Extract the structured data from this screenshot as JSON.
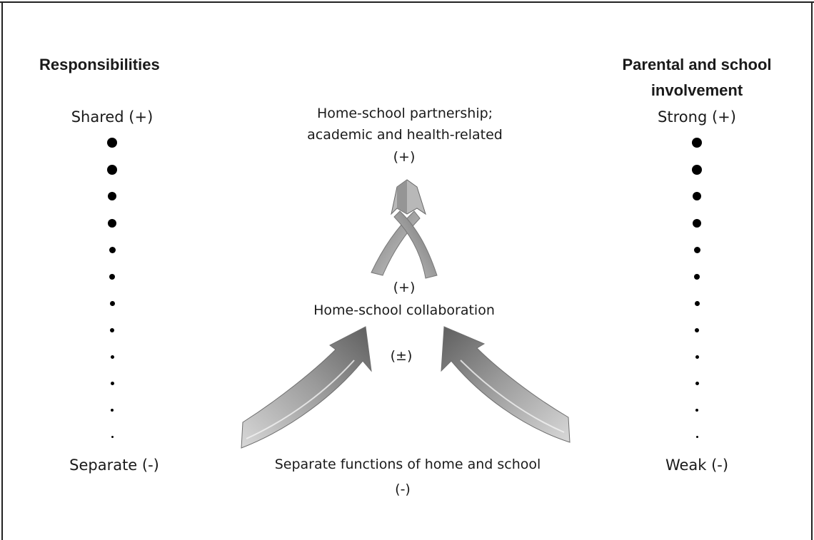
{
  "left": {
    "heading": "Responsibilities",
    "top_label": "Shared (+)",
    "bottom_label": "Separate (-)"
  },
  "right": {
    "heading_line1": "Parental and school",
    "heading_line2": "involvement",
    "top_label": "Strong (+)",
    "bottom_label": "Weak (-)"
  },
  "center": {
    "top_line1": "Home-school partnership;",
    "top_line2": "academic and health-related",
    "top_sign": "(+)",
    "middle_sign": "(+)",
    "middle_label": "Home-school collaboration",
    "lower_sign": "(±)",
    "bottom_label": "Separate functions of home and school",
    "bottom_sign": "(-)"
  },
  "colors": {
    "arrow_light": "#d6d6d6",
    "arrow_dark": "#6e6e6e",
    "dot": "#000000",
    "frame": "#222222"
  }
}
